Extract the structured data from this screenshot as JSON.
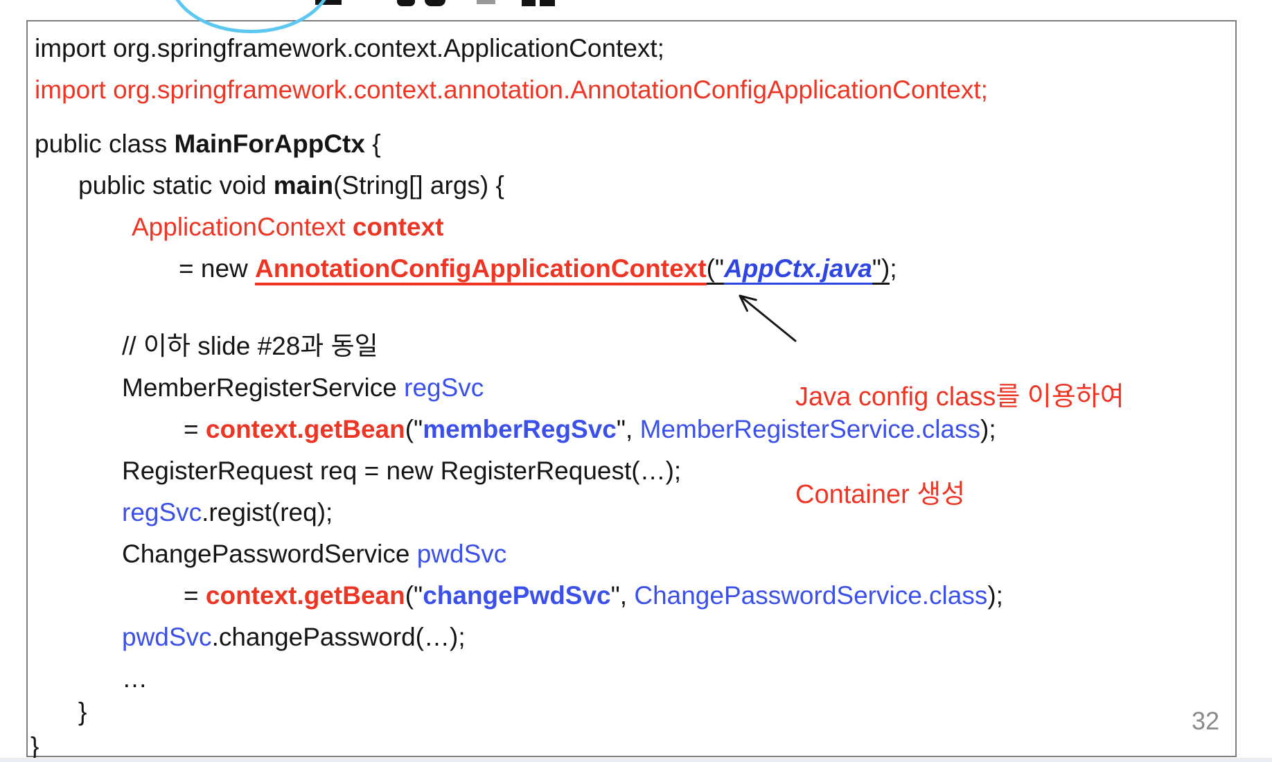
{
  "page": {
    "number": "32"
  },
  "colors": {
    "code_black": "#151515",
    "code_red": "#ee3524",
    "code_blue": "#3a50e8",
    "appctx_blue": "#2f45e0",
    "box_border_gray": "#7d7d7d",
    "circle_blue": "#5cc8f0",
    "page_number_gray": "#8a8a8a",
    "bottom_edge_gray": "#e9edf2"
  },
  "annotation": {
    "line1": "Java config class를 이용하여",
    "line2": "Container 생성"
  },
  "code": {
    "lines": [
      {
        "indent": "0",
        "segments": [
          {
            "s": "k",
            "t": "import org.springframework.context.ApplicationContext;"
          }
        ]
      },
      {
        "indent": "0",
        "segments": [
          {
            "s": "r",
            "t": "import org.springframework.context.annotation.AnnotationConfigApplicationContext;"
          }
        ]
      },
      {
        "spacer": 18
      },
      {
        "indent": "0",
        "segments": [
          {
            "s": "k",
            "t": "public class "
          },
          {
            "s": "kb",
            "t": "MainForAppCtx"
          },
          {
            "s": "k",
            "t": " {"
          }
        ]
      },
      {
        "indent": "1",
        "segments": [
          {
            "s": "k",
            "t": "public static void "
          },
          {
            "s": "kb",
            "t": "main"
          },
          {
            "s": "k",
            "t": "(String[] args) {"
          }
        ]
      },
      {
        "indent": "2b",
        "segments": [
          {
            "s": "r",
            "t": "ApplicationContext "
          },
          {
            "s": "rb",
            "t": "context"
          }
        ]
      },
      {
        "indent": "3a",
        "segments": [
          {
            "s": "k",
            "t": "= new "
          },
          {
            "s": "ru",
            "t": "AnnotationConfigApplicationContext"
          },
          {
            "s": "ku",
            "t": "(\""
          },
          {
            "s": "bu",
            "t": "AppCtx.java"
          },
          {
            "s": "ku",
            "t": "\")"
          },
          {
            "s": "k",
            "t": ";"
          }
        ]
      },
      {
        "spacer": 52
      },
      {
        "indent": "2",
        "segments": [
          {
            "s": "k",
            "t": "// 이하 slide #28과 동일"
          }
        ]
      },
      {
        "indent": "2",
        "segments": [
          {
            "s": "k",
            "t": "MemberRegisterService "
          },
          {
            "s": "b",
            "t": "regSvc"
          }
        ]
      },
      {
        "indent": "3b",
        "segments": [
          {
            "s": "k",
            "t": "= "
          },
          {
            "s": "rb",
            "t": "context.getBean"
          },
          {
            "s": "k",
            "t": "(\""
          },
          {
            "s": "bb",
            "t": "memberRegSvc"
          },
          {
            "s": "k",
            "t": "\", "
          },
          {
            "s": "b",
            "t": "MemberRegisterService.class"
          },
          {
            "s": "k",
            "t": ");"
          }
        ]
      },
      {
        "indent": "2",
        "segments": [
          {
            "s": "k",
            "t": "RegisterRequest req = new RegisterRequest(…);"
          }
        ]
      },
      {
        "indent": "2",
        "segments": [
          {
            "s": "b",
            "t": "regSvc"
          },
          {
            "s": "k",
            "t": ".regist(req);"
          }
        ]
      },
      {
        "indent": "2",
        "segments": [
          {
            "s": "k",
            "t": "ChangePasswordService "
          },
          {
            "s": "b",
            "t": "pwdSvc"
          }
        ]
      },
      {
        "indent": "3b",
        "segments": [
          {
            "s": "k",
            "t": "= "
          },
          {
            "s": "rb",
            "t": "context.getBean"
          },
          {
            "s": "k",
            "t": "(\""
          },
          {
            "s": "bb",
            "t": "changePwdSvc"
          },
          {
            "s": "k",
            "t": "\", "
          },
          {
            "s": "b",
            "t": "ChangePasswordService.class"
          },
          {
            "s": "k",
            "t": ");"
          }
        ]
      },
      {
        "indent": "2",
        "segments": [
          {
            "s": "b",
            "t": "pwdSvc"
          },
          {
            "s": "k",
            "t": ".changePassword(…);"
          }
        ]
      },
      {
        "indent": "2",
        "segments": [
          {
            "s": "k",
            "t": "…"
          }
        ]
      },
      {
        "indent": "1",
        "segments": [
          {
            "s": "k",
            "t": "}"
          }
        ]
      },
      {
        "indent": "b",
        "segments": [
          {
            "s": "k",
            "t": "}"
          }
        ]
      }
    ]
  }
}
